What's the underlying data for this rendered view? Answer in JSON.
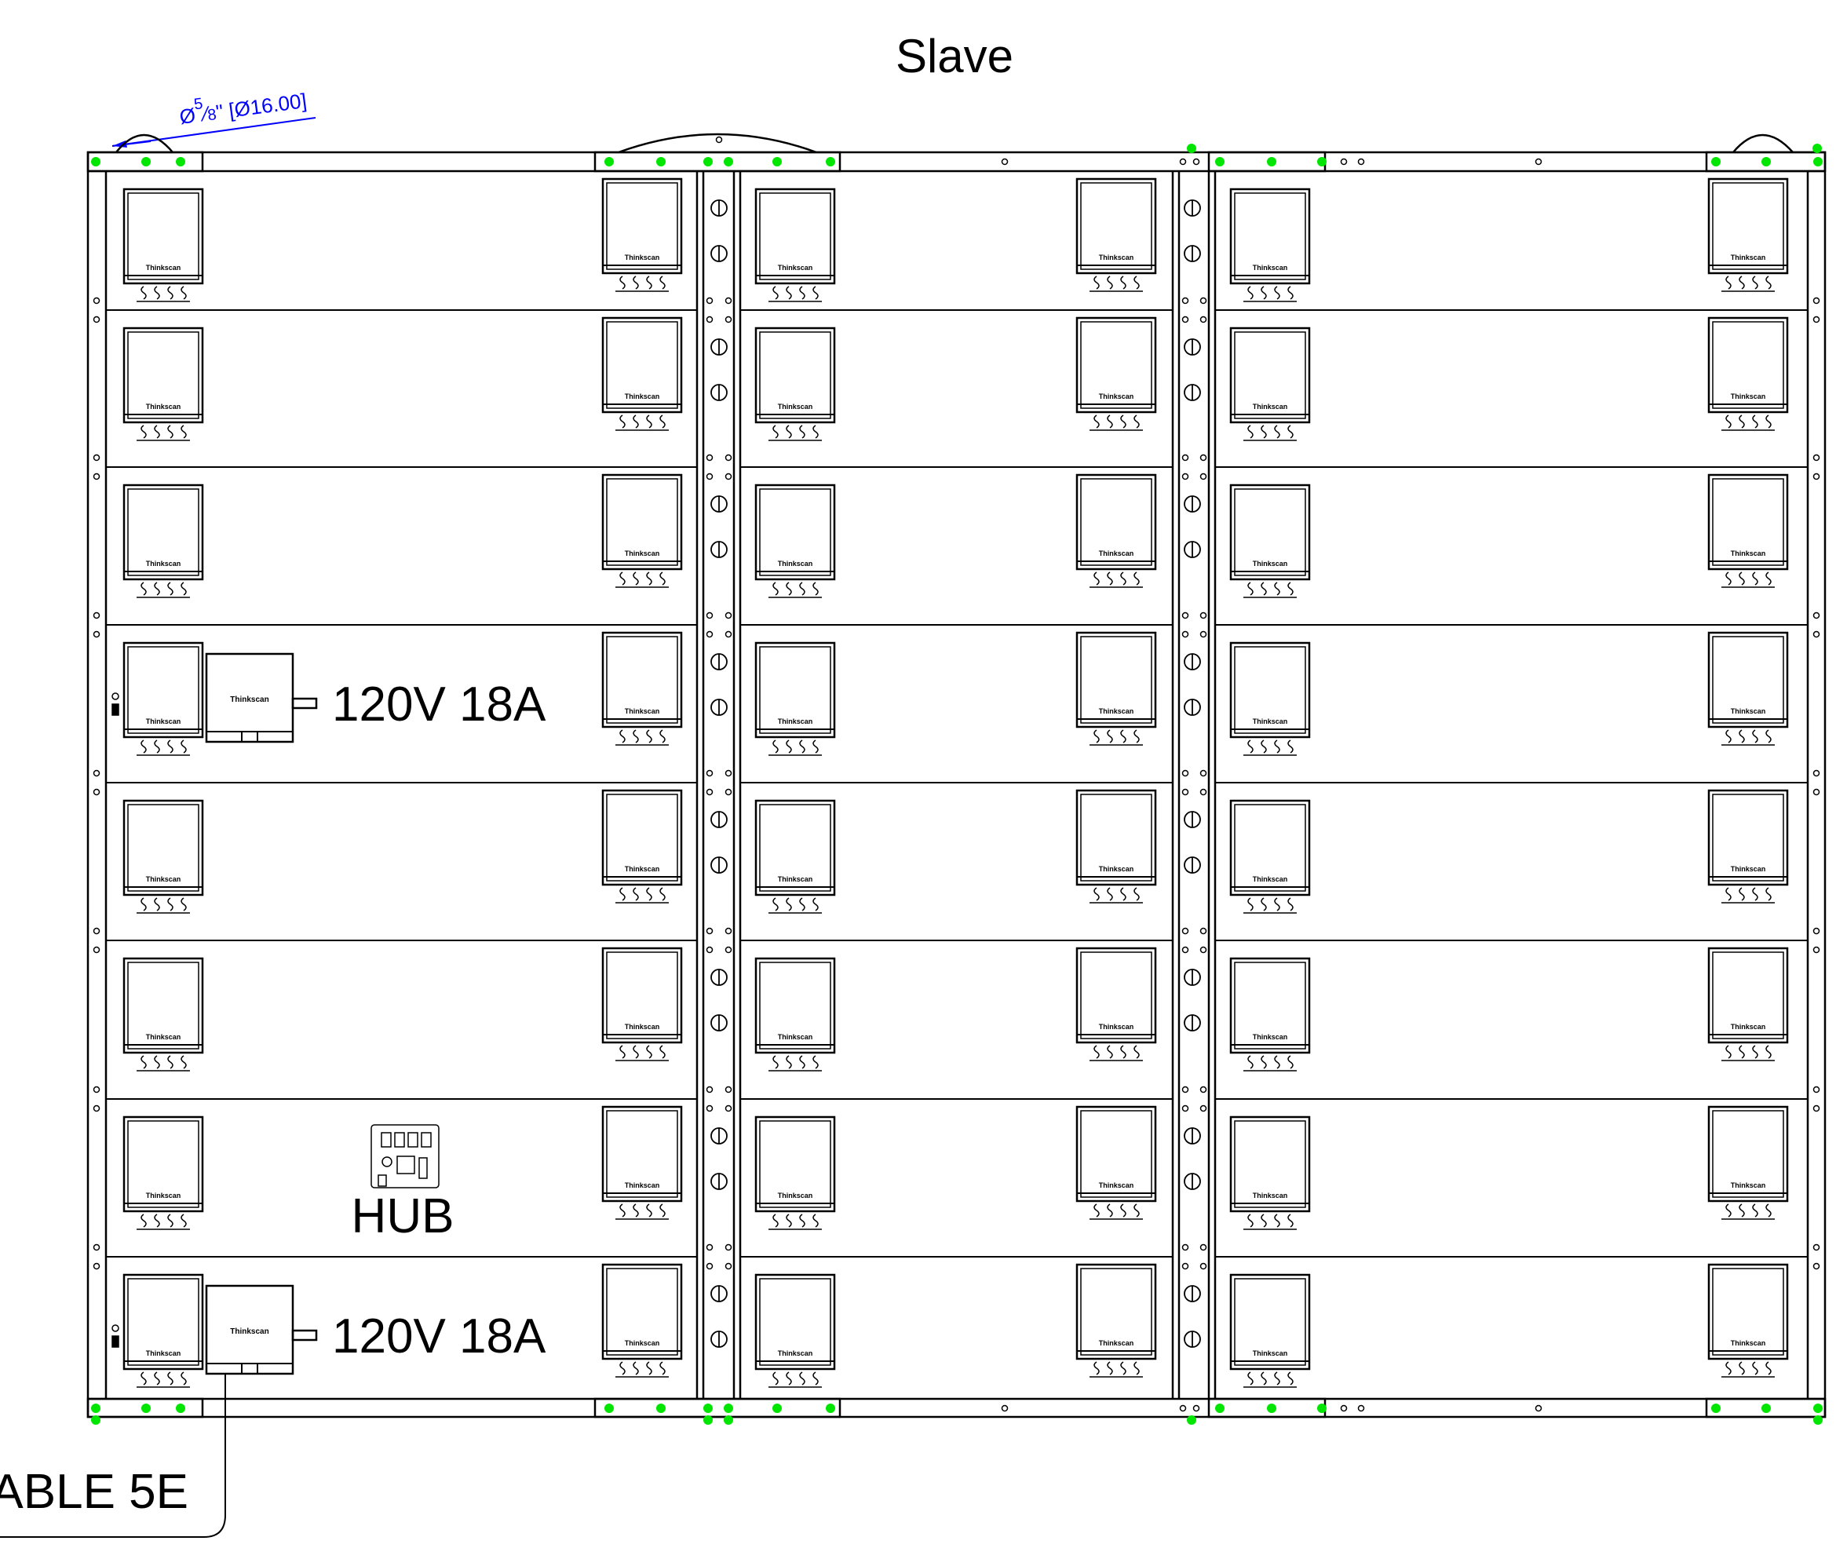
{
  "title": "Slave",
  "dimension": {
    "text_prefix": "Ø",
    "frac_num": "5",
    "frac_den": "8",
    "text_suffix": "\" [Ø16.00]",
    "color": "#0000ff"
  },
  "module_brand": "Thinkscan",
  "power_labels": [
    "120V 18A",
    "120V 18A"
  ],
  "hub_label": "HUB",
  "cable_label": "ABLE 5E",
  "colors": {
    "line": "#000000",
    "marker": "#00e600",
    "dimension": "#0000ff",
    "background": "#ffffff"
  },
  "icons": {
    "module": "led-module-icon",
    "vent": "vent-icon",
    "hub": "hub-board-icon",
    "power": "power-supply-icon",
    "bolt": "bolt-icon",
    "marker": "alignment-dot-icon"
  }
}
